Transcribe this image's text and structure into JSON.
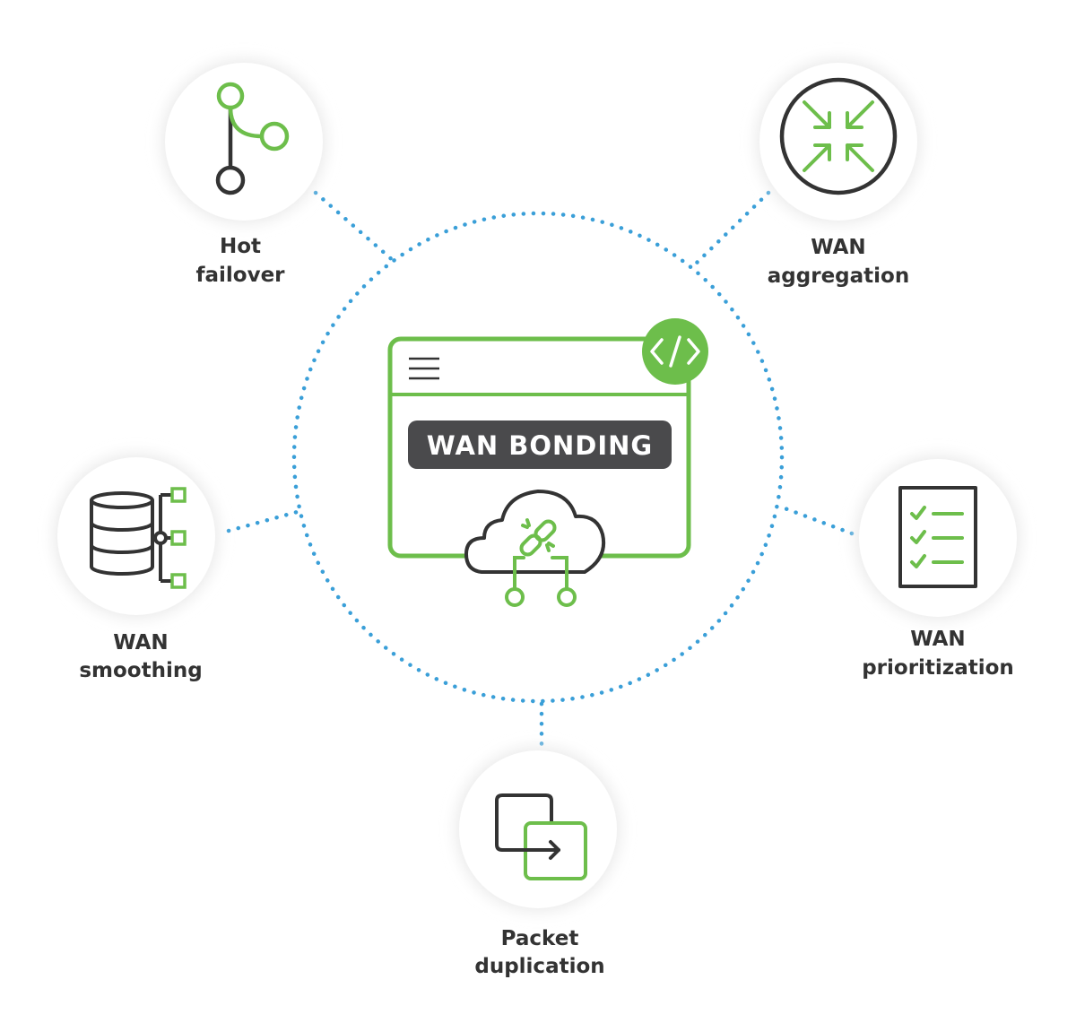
{
  "colors": {
    "accent": "#6dbe4b",
    "dots": "#3a9fd8",
    "dark": "#333333",
    "banner": "#4a4a4c",
    "circle_shadow": "#ebebeb"
  },
  "center": {
    "banner_text": "WAN BONDING",
    "icons": [
      "menu-icon",
      "code-icon",
      "cloud-link-icon"
    ]
  },
  "features": [
    {
      "id": "hot-failover",
      "icon": "branch-icon",
      "label_lines": [
        "Hot",
        "failover"
      ]
    },
    {
      "id": "wan-aggregation",
      "icon": "arrows-inward-icon",
      "label_lines": [
        "WAN",
        "aggregation"
      ]
    },
    {
      "id": "wan-smoothing",
      "icon": "database-tree-icon",
      "label_lines": [
        "WAN",
        "smoothing"
      ]
    },
    {
      "id": "wan-prioritization",
      "icon": "checklist-icon",
      "label_lines": [
        "WAN",
        "prioritization"
      ]
    },
    {
      "id": "packet-duplication",
      "icon": "duplicate-icon",
      "label_lines": [
        "Packet",
        "duplication"
      ]
    }
  ]
}
